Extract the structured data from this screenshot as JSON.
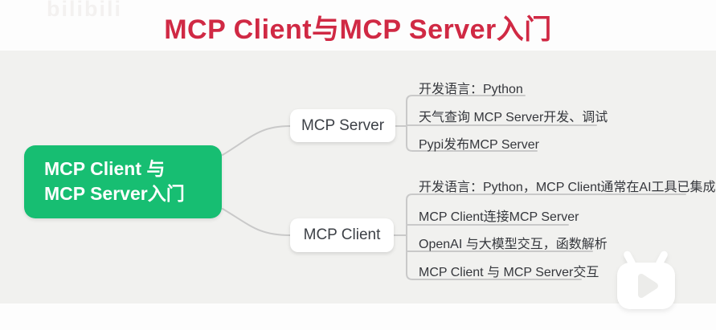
{
  "title": "MCP Client与MCP Server入门",
  "watermark": "bilibili",
  "colors": {
    "title_red": "#d02944",
    "root_green": "#17be72",
    "connector_gray": "#c9c9c9",
    "canvas_gray": "#f1f1ef",
    "bar_white": "#fdfdfd",
    "node_text": "#3c4046",
    "leaf_text": "#35373c"
  },
  "mindmap": {
    "root": {
      "line1": "MCP Client 与",
      "line2": "MCP Server入门"
    },
    "branches": [
      {
        "label": "MCP Server",
        "children": [
          "开发语言：Python",
          "天气查询 MCP Server开发、调试",
          "Pypi发布MCP Server"
        ]
      },
      {
        "label": "MCP Client",
        "children": [
          "开发语言：Python，MCP Client通常在AI工具已集成",
          "MCP Client连接MCP Server",
          "OpenAI 与大模型交互，函数解析",
          "MCP Client 与 MCP Server交互"
        ]
      }
    ]
  }
}
